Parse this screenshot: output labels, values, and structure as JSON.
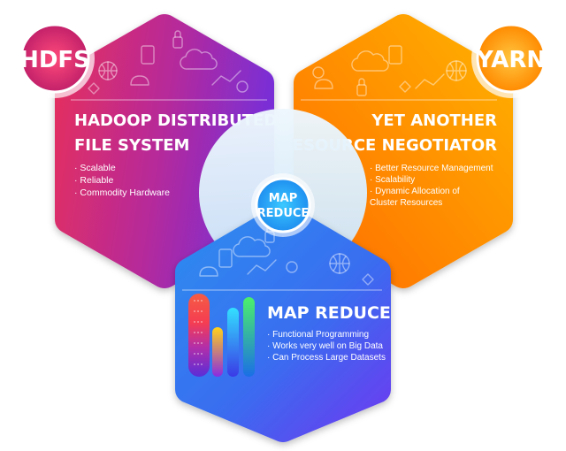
{
  "panels": {
    "hdfs": {
      "badge": "HDFS",
      "title_lines": [
        "HADOOP DISTRIBUTED",
        "FILE SYSTEM"
      ],
      "bullets": [
        "Scalable",
        "Reliable",
        "Commodity Hardware"
      ]
    },
    "yarn": {
      "badge": "YARN",
      "title_lines": [
        "YET ANOTHER",
        "RESOURCE NEGOTIATOR"
      ],
      "bullets": [
        "Better Resource Management",
        "Scalability",
        "Dynamic Allocation of",
        "Cluster Resources"
      ]
    },
    "mapreduce": {
      "badge_lines": [
        "MAP",
        "REDUCE"
      ],
      "title": "MAP REDUCE",
      "bullets": [
        "Functional Programming",
        "Works very well on Big Data",
        "Can Process Large Datasets"
      ]
    }
  },
  "bullet_marker": "·",
  "colors": {
    "hdfs_start": "#e62e5c",
    "hdfs_end": "#7a2fd6",
    "yarn_start": "#ff7a00",
    "yarn_end": "#ffc21a",
    "mr_start": "#2a8df0",
    "mr_end": "#6a3df0",
    "center_circle": "#d6ecfb"
  }
}
